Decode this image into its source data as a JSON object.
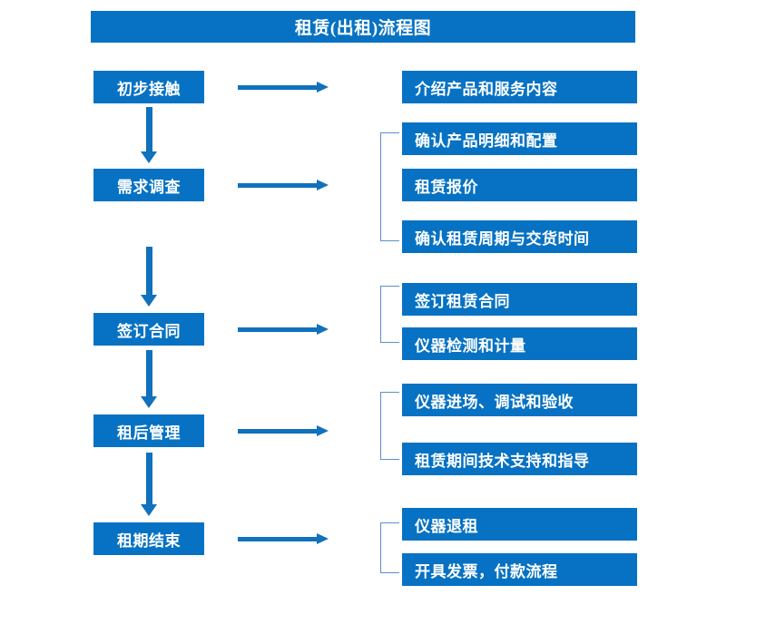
{
  "title": "租赁(出租)流程图",
  "colors": {
    "box_blue": "#0772c3",
    "arrow_blue": "#1071bd",
    "bracket_blue": "#5b8fce",
    "text_white": "#ffffff",
    "background": "#ffffff"
  },
  "stages": [
    {
      "label": "初步接触"
    },
    {
      "label": "需求调查"
    },
    {
      "label": "签订合同"
    },
    {
      "label": "租后管理"
    },
    {
      "label": "租期结束"
    }
  ],
  "details": [
    {
      "label": "介绍产品和服务内容"
    },
    {
      "label": "确认产品明细和配置"
    },
    {
      "label": "租赁报价"
    },
    {
      "label": "确认租赁周期与交货时间"
    },
    {
      "label": "签订租赁合同"
    },
    {
      "label": "仪器检测和计量"
    },
    {
      "label": "仪器进场、调试和验收"
    },
    {
      "label": "租赁期间技术支持和指导"
    },
    {
      "label": "仪器退租"
    },
    {
      "label": "开具发票，付款流程"
    }
  ],
  "chart_data": {
    "type": "diagram",
    "title": "租赁(出租)流程图",
    "diagram_kind": "flowchart",
    "orientation": "top-to-bottom",
    "nodes": [
      {
        "stage": "初步接触",
        "outputs": [
          "介绍产品和服务内容"
        ],
        "grouped": false
      },
      {
        "stage": "需求调查",
        "outputs": [
          "确认产品明细和配置",
          "租赁报价",
          "确认租赁周期与交货时间"
        ],
        "grouped": true
      },
      {
        "stage": "签订合同",
        "outputs": [
          "签订租赁合同",
          "仪器检测和计量"
        ],
        "grouped": true
      },
      {
        "stage": "租后管理",
        "outputs": [
          "仪器进场、调试和验收",
          "租赁期间技术支持和指导"
        ],
        "grouped": true
      },
      {
        "stage": "租期结束",
        "outputs": [
          "仪器退租",
          "开具发票，付款流程"
        ],
        "grouped": true
      }
    ],
    "edges": [
      {
        "from": "初步接触",
        "to": "需求调查",
        "kind": "vertical-arrow"
      },
      {
        "from": "需求调查",
        "to": "签订合同",
        "kind": "vertical-arrow"
      },
      {
        "from": "签订合同",
        "to": "租后管理",
        "kind": "vertical-arrow"
      },
      {
        "from": "租后管理",
        "to": "租期结束",
        "kind": "vertical-arrow"
      },
      {
        "from": "初步接触",
        "to": "介绍产品和服务内容",
        "kind": "horizontal-arrow"
      },
      {
        "from": "需求调查",
        "to": "确认产品明细和配置",
        "kind": "horizontal-arrow"
      },
      {
        "from": "签订合同",
        "to": "签订租赁合同",
        "kind": "horizontal-arrow"
      },
      {
        "from": "租后管理",
        "to": "仪器进场、调试和验收",
        "kind": "horizontal-arrow"
      },
      {
        "from": "租期结束",
        "to": "仪器退租",
        "kind": "horizontal-arrow"
      }
    ]
  }
}
